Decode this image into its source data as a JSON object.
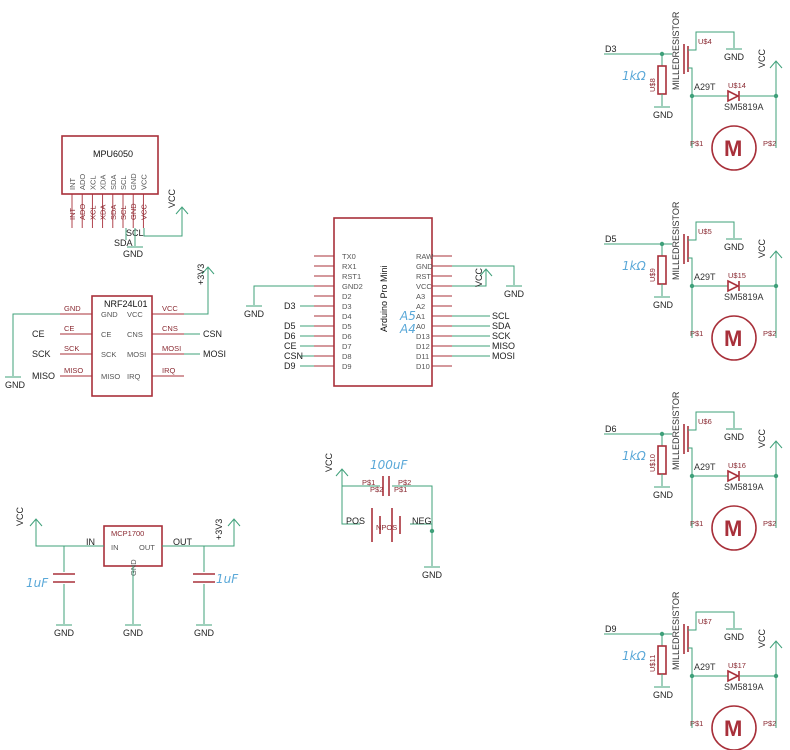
{
  "parts": {
    "mpu6050": {
      "name": "MPU6050",
      "pins": [
        "INT",
        "ADO",
        "XCL",
        "XDA",
        "SDA",
        "SCL",
        "GND",
        "VCC"
      ],
      "ext_pins": [
        "INT",
        "ADO",
        "XCL",
        "XDA",
        "SDA",
        "SCL",
        "GND",
        "VCC"
      ],
      "scl": "SCL",
      "sda": "SDA",
      "gnd": "GND",
      "vcc": "VCC"
    },
    "nrf": {
      "name": "NRF24L01",
      "left": [
        "GND",
        "CE",
        "SCK",
        "MISO"
      ],
      "right": [
        "VCC",
        "CNS",
        "MOSI",
        "IRQ"
      ],
      "net_left": [
        "GND",
        "CE",
        "SCK",
        "MISO"
      ],
      "net_right": [
        "VCC",
        "CNS",
        "MOSI",
        "IRQ"
      ],
      "ext_left": [
        "CE",
        "SCK",
        "MISO"
      ],
      "ext_right": [
        "CSN",
        "MOSI"
      ],
      "gnd": "GND",
      "v33": "+3V3"
    },
    "arduino": {
      "name": "Arduino Pro Mini",
      "left": [
        "TX0",
        "RX1",
        "RST1",
        "GND2",
        "D2",
        "D3",
        "D4",
        "D5",
        "D6",
        "D7",
        "D8",
        "D9"
      ],
      "right": [
        "RAW",
        "GND",
        "RST",
        "VCC",
        "A3",
        "A2",
        "A1",
        "A0",
        "D13",
        "D12",
        "D11",
        "D10"
      ],
      "ext_left": [
        "D3",
        "D5",
        "D6",
        "CE",
        "CSN",
        "D9"
      ],
      "ext_right": [
        "SCL",
        "SDA",
        "SCK",
        "MISO",
        "MOSI"
      ],
      "gnd_left": "GND",
      "gnd_right": "GND",
      "vcc": "VCC",
      "ink": [
        "A5",
        "A4"
      ]
    },
    "mcp": {
      "name": "MCP1700",
      "in": "IN",
      "out": "OUT",
      "gnd": "GND",
      "net_in": "IN",
      "net_out": "OUT",
      "vcc": "VCC",
      "v33": "+3V3",
      "c_gnd": [
        "GND",
        "GND",
        "GND"
      ],
      "ink_left": "1uF",
      "ink_right": "1uF"
    },
    "battery": {
      "name": "NPOS",
      "pos": "POS",
      "neg": "NEG",
      "vcc": "VCC",
      "gnd": "GND",
      "cap": "100uF",
      "cap_pins": [
        "P$1",
        "P$2",
        "P$2",
        "P$1"
      ]
    }
  },
  "channels": [
    {
      "pin": "D3",
      "fet": "U$4",
      "diode": "U$14",
      "res": "U$8",
      "ink": "1kΩ"
    },
    {
      "pin": "D5",
      "fet": "U$5",
      "diode": "U$15",
      "res": "U$9",
      "ink": "1kΩ"
    },
    {
      "pin": "D6",
      "fet": "U$6",
      "diode": "U$16",
      "res": "U$10",
      "ink": "1kΩ"
    },
    {
      "pin": "D9",
      "fet": "U$7",
      "diode": "U$17",
      "res": "U$11",
      "ink": "1kΩ"
    }
  ],
  "channel_common": {
    "fet_value": "A29T",
    "diode_value": "SM5819A",
    "res_value": "MILLEDRESISTOR",
    "gnd": "GND",
    "vcc": "VCC",
    "motor": "M",
    "p1": "P$1",
    "p2": "P$2"
  },
  "colors": {
    "part": "#a8303a",
    "wire": "#3fa07a",
    "ink": "#5aa8d8"
  }
}
